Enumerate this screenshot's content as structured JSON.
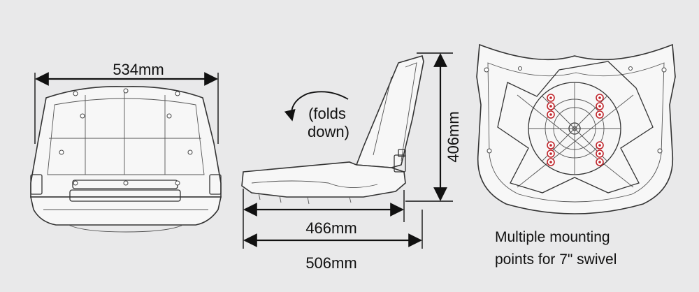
{
  "dimensions": {
    "front_width": "534mm",
    "side_height": "406mm",
    "side_seat_depth": "466mm",
    "side_total_depth": "506mm"
  },
  "fold_note": {
    "line1": "(folds",
    "line2": "down)"
  },
  "caption": {
    "line1": "Multiple mounting",
    "line2": "points for 7\" swivel"
  },
  "colors": {
    "background": "#e9e9ea",
    "outline": "#333333",
    "mount_points": "#c0262c"
  }
}
